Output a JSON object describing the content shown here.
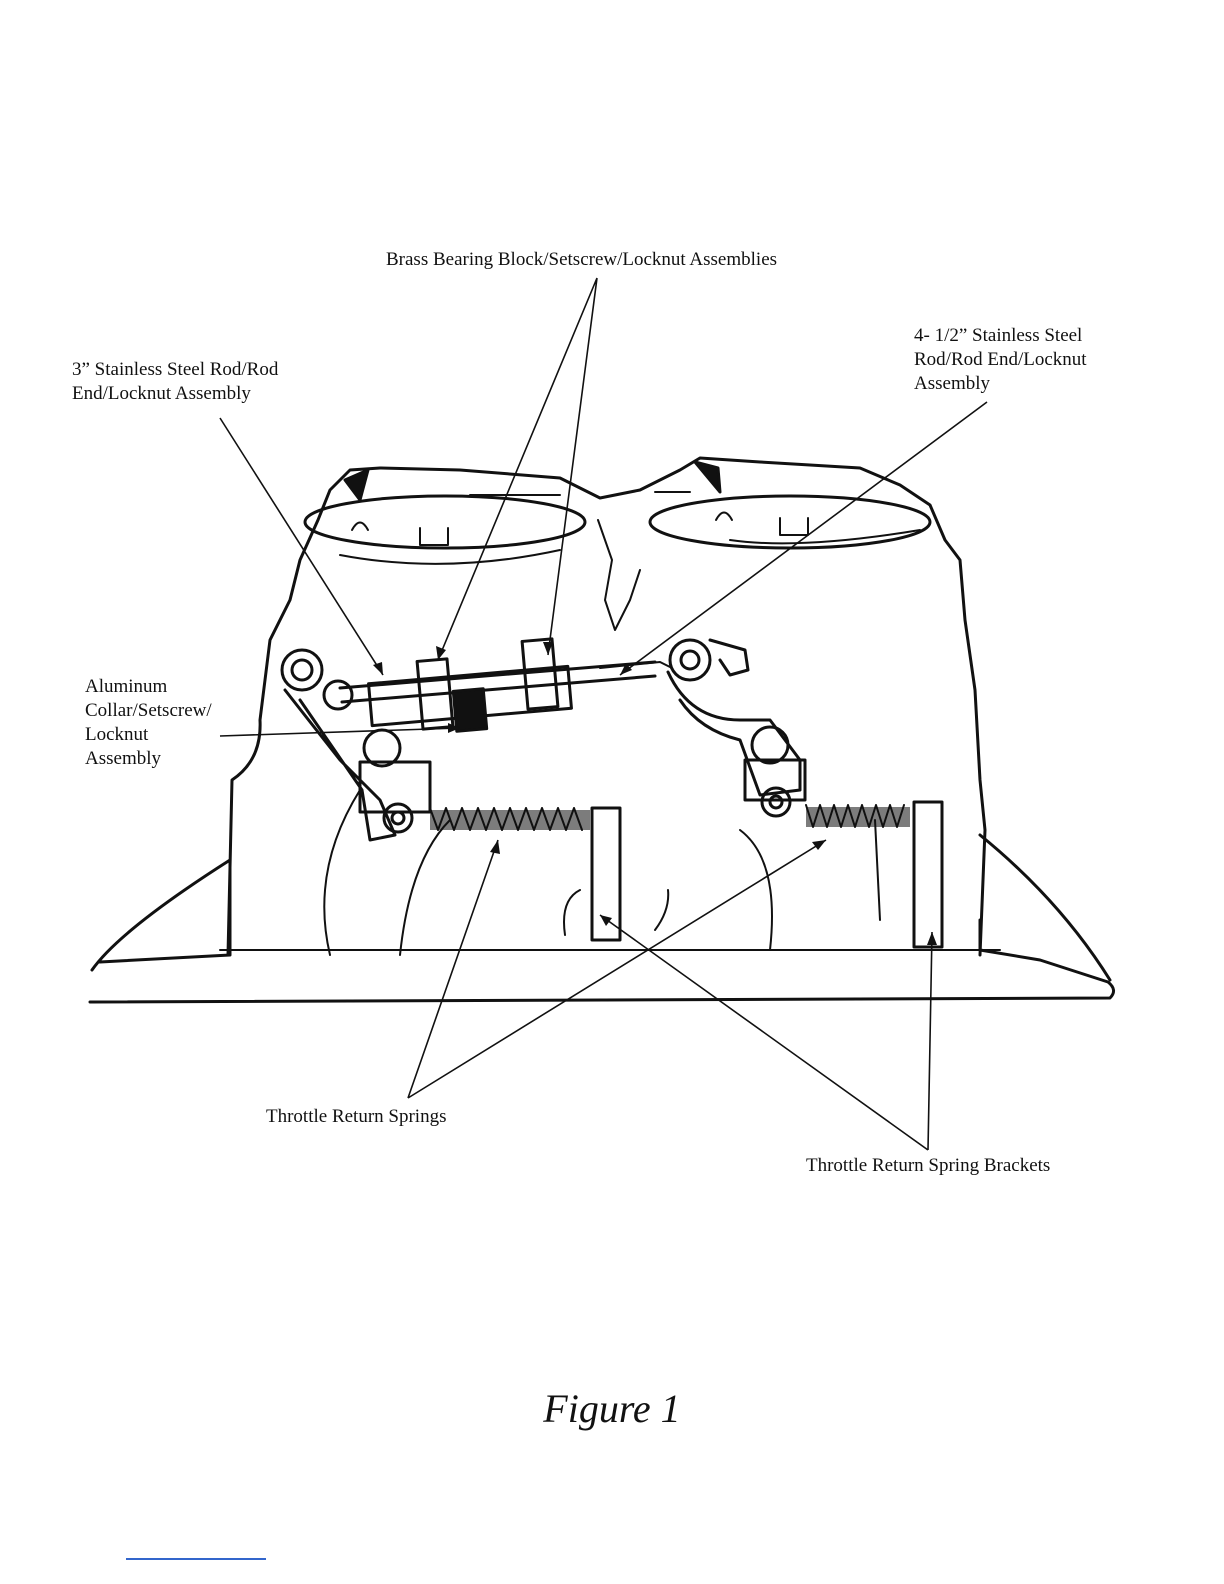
{
  "labels": {
    "brass_bearing": "Brass Bearing Block/Setscrew/Locknut Assemblies",
    "rod_3in": [
      "3” Stainless Steel Rod/Rod",
      "End/Locknut Assembly"
    ],
    "rod_4half": [
      "4- 1/2” Stainless Steel",
      "Rod/Rod End/Locknut",
      "Assembly"
    ],
    "aluminum_collar": [
      "Aluminum",
      "Collar/Setscrew/",
      "Locknut",
      "Assembly"
    ],
    "return_springs": "Throttle Return Springs",
    "spring_brackets": "Throttle Return Spring Brackets"
  },
  "caption": "Figure 1"
}
